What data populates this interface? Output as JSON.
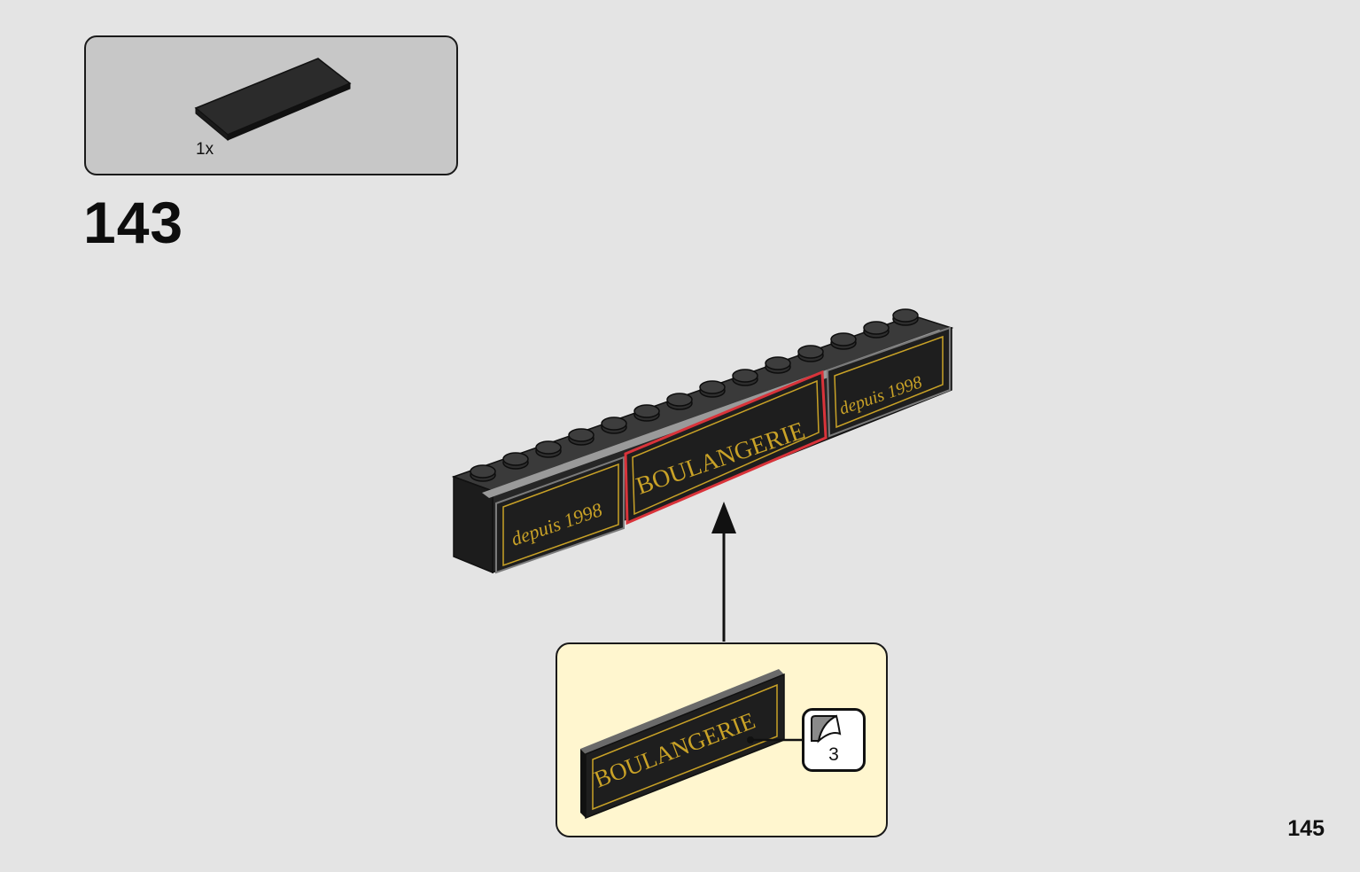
{
  "parts_list": {
    "quantity": "1x",
    "part_color": "#2b2b2b"
  },
  "step": {
    "number": "143"
  },
  "main_assembly": {
    "center_sign": "BOULANGERIE",
    "left_sign": "depuis 1998",
    "right_sign": "depuis 1998",
    "highlight_color": "#d9333a",
    "gold_color": "#c9a227"
  },
  "sticker_callout": {
    "sticker_text": "BOULANGERIE",
    "sheet_number": "3"
  },
  "page": {
    "number": "145"
  }
}
